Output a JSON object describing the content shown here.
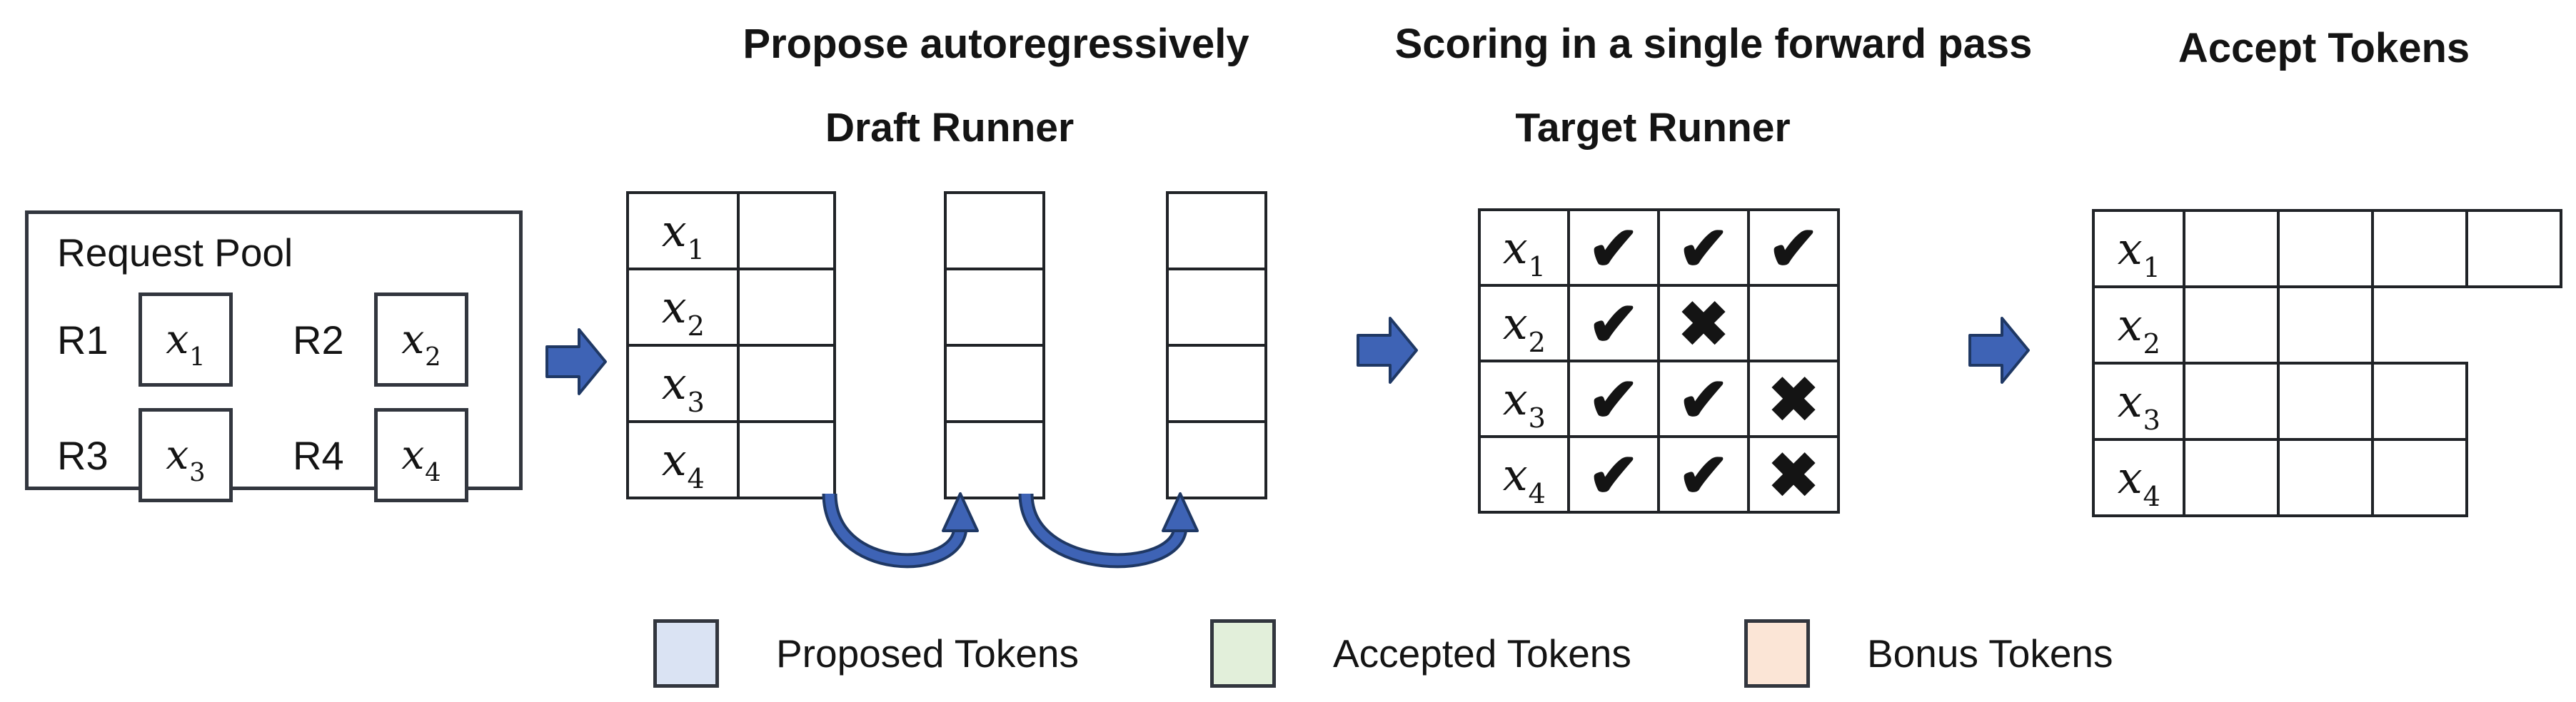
{
  "titles": {
    "propose": "Propose autoregressively",
    "draft_runner": "Draft Runner",
    "scoring": "Scoring in a single forward pass",
    "target_runner": "Target Runner",
    "accept": "Accept Tokens"
  },
  "request_pool": {
    "title": "Request Pool",
    "entries": [
      {
        "label": "R1",
        "token": {
          "base": "x",
          "sub": "1"
        }
      },
      {
        "label": "R2",
        "token": {
          "base": "x",
          "sub": "2"
        }
      },
      {
        "label": "R3",
        "token": {
          "base": "x",
          "sub": "3"
        }
      },
      {
        "label": "R4",
        "token": {
          "base": "x",
          "sub": "4"
        }
      }
    ]
  },
  "tokens": [
    {
      "base": "x",
      "sub": "1"
    },
    {
      "base": "x",
      "sub": "2"
    },
    {
      "base": "x",
      "sub": "3"
    },
    {
      "base": "x",
      "sub": "4"
    }
  ],
  "draft_runner": {
    "labeled_column_cells": 4,
    "extra_columns": 2,
    "rows_per_column": 4
  },
  "target_runner": {
    "rows": [
      {
        "token": 0,
        "marks": [
          "check",
          "check",
          "check"
        ]
      },
      {
        "token": 1,
        "marks": [
          "check",
          "cross",
          "blank"
        ]
      },
      {
        "token": 2,
        "marks": [
          "check",
          "check",
          "cross"
        ]
      },
      {
        "token": 3,
        "marks": [
          "check",
          "check",
          "cross"
        ]
      }
    ]
  },
  "accept_tokens": {
    "rows": [
      {
        "token": 0,
        "cells": [
          "accepted",
          "accepted",
          "accepted",
          "bonus"
        ]
      },
      {
        "token": 1,
        "cells": [
          "accepted",
          "bonus"
        ]
      },
      {
        "token": 2,
        "cells": [
          "accepted",
          "accepted",
          "bonus"
        ]
      },
      {
        "token": 3,
        "cells": [
          "accepted",
          "accepted",
          "bonus"
        ]
      }
    ]
  },
  "legend": [
    {
      "label": "Proposed Tokens",
      "type": "proposed"
    },
    {
      "label": "Accepted Tokens",
      "type": "accepted"
    },
    {
      "label": "Bonus Tokens",
      "type": "bonus"
    }
  ],
  "marks": {
    "check": "✔",
    "cross": "✖",
    "blank": ""
  },
  "colors": {
    "proposed": "#dae3f3",
    "accepted": "#e2efda",
    "bonus": "#fbe5d6",
    "arrow_fill": "#3e63b5",
    "arrow_outline": "#1f3864",
    "grid_border": "#202327"
  }
}
